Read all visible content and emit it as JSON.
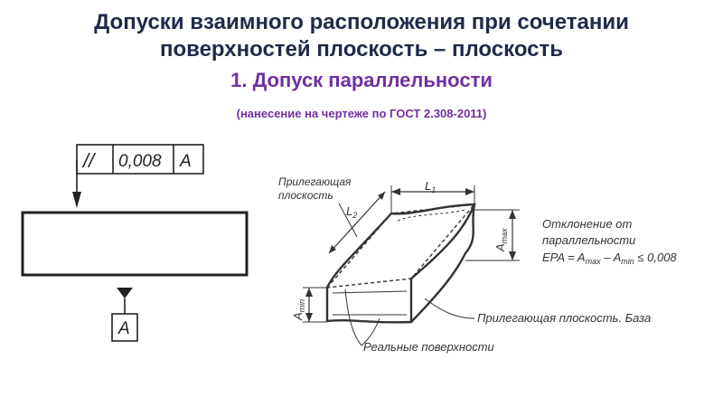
{
  "slide": {
    "title_line1": "Допуски взаимного расположения при сочетании",
    "title_line2": "поверхностей плоскость – плоскость",
    "subtitle": "1. Допуск параллельности",
    "note": "(нанесение на чертеже по ГОСТ 2.308-2011)"
  },
  "frame": {
    "symbol": "//",
    "value": "0,008",
    "datum": "A"
  },
  "datum_box": {
    "letter": "A"
  },
  "labels": {
    "adjacent_plane": [
      "Прилегающая",
      "плоскость"
    ],
    "l1": "L",
    "l1_sub": "1",
    "l2": "L",
    "l2_sub": "2",
    "a_max": "A",
    "a_max_sub": "max",
    "a_min": "A",
    "a_min_sub": "min",
    "deviation_title": [
      "Отклонение от",
      "параллельности"
    ],
    "formula_left": "EPA = A",
    "formula_max_sub": "max",
    "formula_minus": " – A",
    "formula_min_sub": "min",
    "formula_right": " ≤  0,008",
    "adjacent_base": "Прилегающая плоскость. База",
    "real_surfaces": "Реальные поверхности"
  }
}
